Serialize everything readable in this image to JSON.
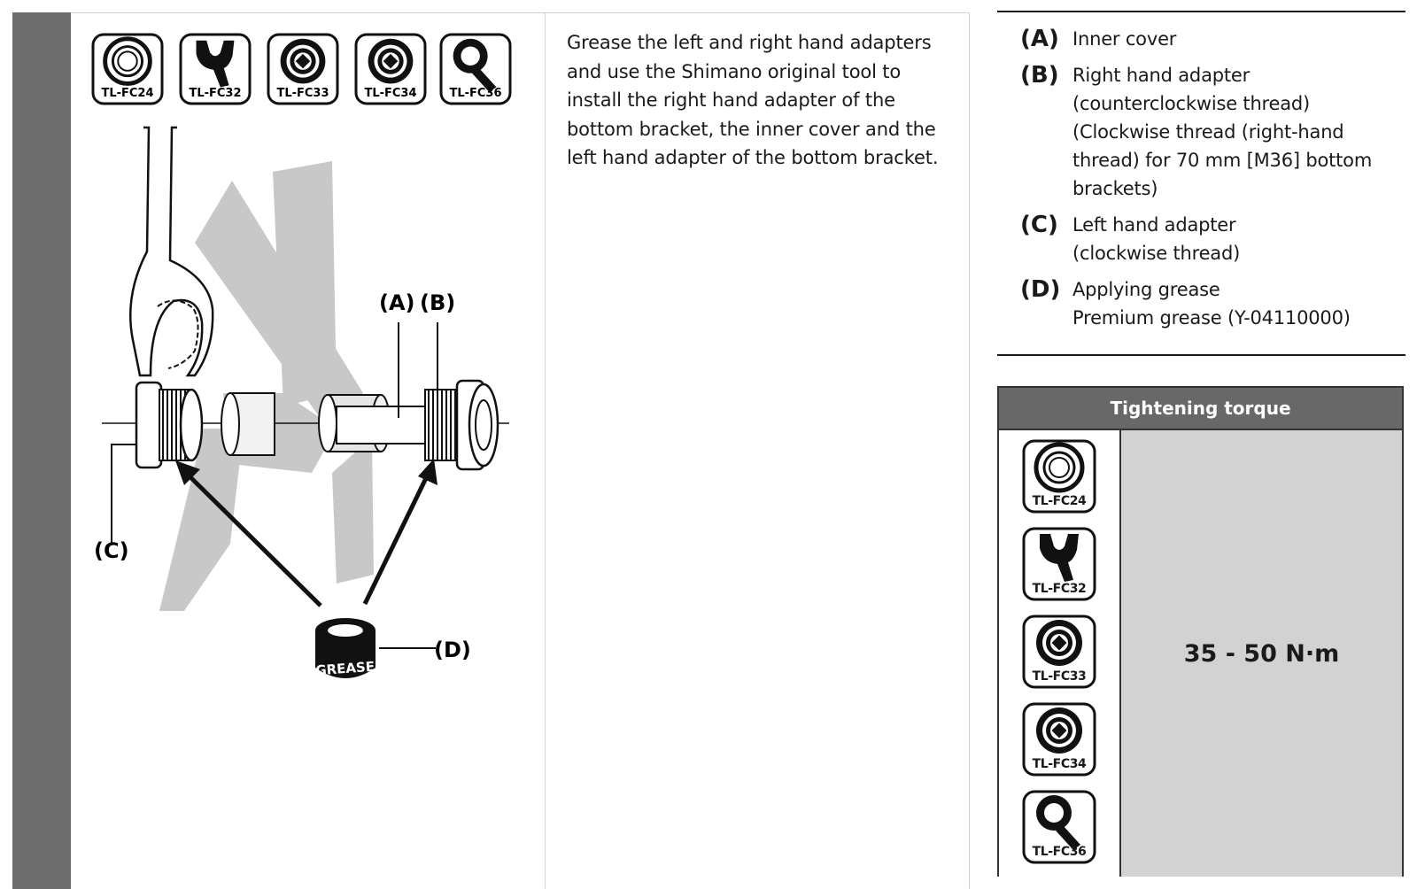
{
  "instruction": {
    "lines": [
      "Grease the left and right hand adapters",
      "and use the Shimano original tool to",
      "install the right hand adapter of the",
      "bottom bracket, the inner cover and the",
      "left hand adapter of the bottom bracket."
    ]
  },
  "figure": {
    "tools": [
      {
        "label": "TL-FC24",
        "icon": "cup-tool-icon"
      },
      {
        "label": "TL-FC32",
        "icon": "spanner-tool-icon"
      },
      {
        "label": "TL-FC33",
        "icon": "splined-socket-icon"
      },
      {
        "label": "TL-FC34",
        "icon": "splined-socket-icon"
      },
      {
        "label": "TL-FC36",
        "icon": "hook-spanner-icon"
      }
    ],
    "callout_a": "(A)",
    "callout_b": "(B)",
    "callout_c": "(C)",
    "callout_d": "(D)",
    "grease_label": "GREASE"
  },
  "parts": [
    {
      "letter": "(A)",
      "lines": [
        "Inner cover"
      ]
    },
    {
      "letter": "(B)",
      "lines": [
        "Right hand adapter",
        "(counterclockwise thread)",
        "(Clockwise thread (right-hand",
        "thread) for 70 mm [M36] bottom",
        "brackets)"
      ]
    },
    {
      "letter": "(C)",
      "lines": [
        "Left hand adapter",
        "(clockwise thread)"
      ]
    },
    {
      "letter": "(D)",
      "lines": [
        "Applying grease",
        "Premium grease (Y-04110000)"
      ]
    }
  ],
  "torque": {
    "header": "Tightening torque",
    "value": "35 - 50 N·m",
    "tools": [
      "TL-FC24",
      "TL-FC32",
      "TL-FC33",
      "TL-FC34",
      "TL-FC36"
    ]
  },
  "colors": {
    "side_bar": "#6e6e6e",
    "frame_gray": "#c8c8c8",
    "table_header": "#686868",
    "table_value_bg": "#d2d2d2"
  }
}
